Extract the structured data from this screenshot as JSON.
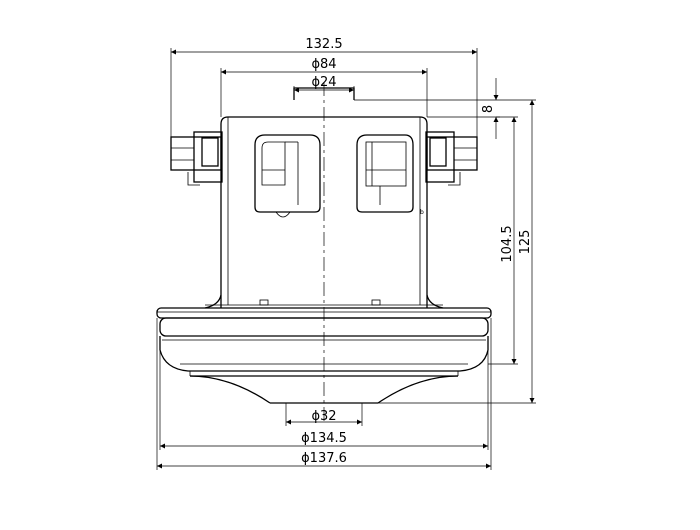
{
  "dimensions": {
    "width_top": "132.5",
    "dia_body": "ϕ84",
    "dia_shaft": "ϕ24",
    "shaft_step": "8",
    "height_body": "104.5",
    "height_total": "125",
    "dia_outlet": "ϕ32",
    "dia_housing": "ϕ134.5",
    "dia_outer": "ϕ137.6"
  },
  "marks": {
    "small_label": "b"
  }
}
